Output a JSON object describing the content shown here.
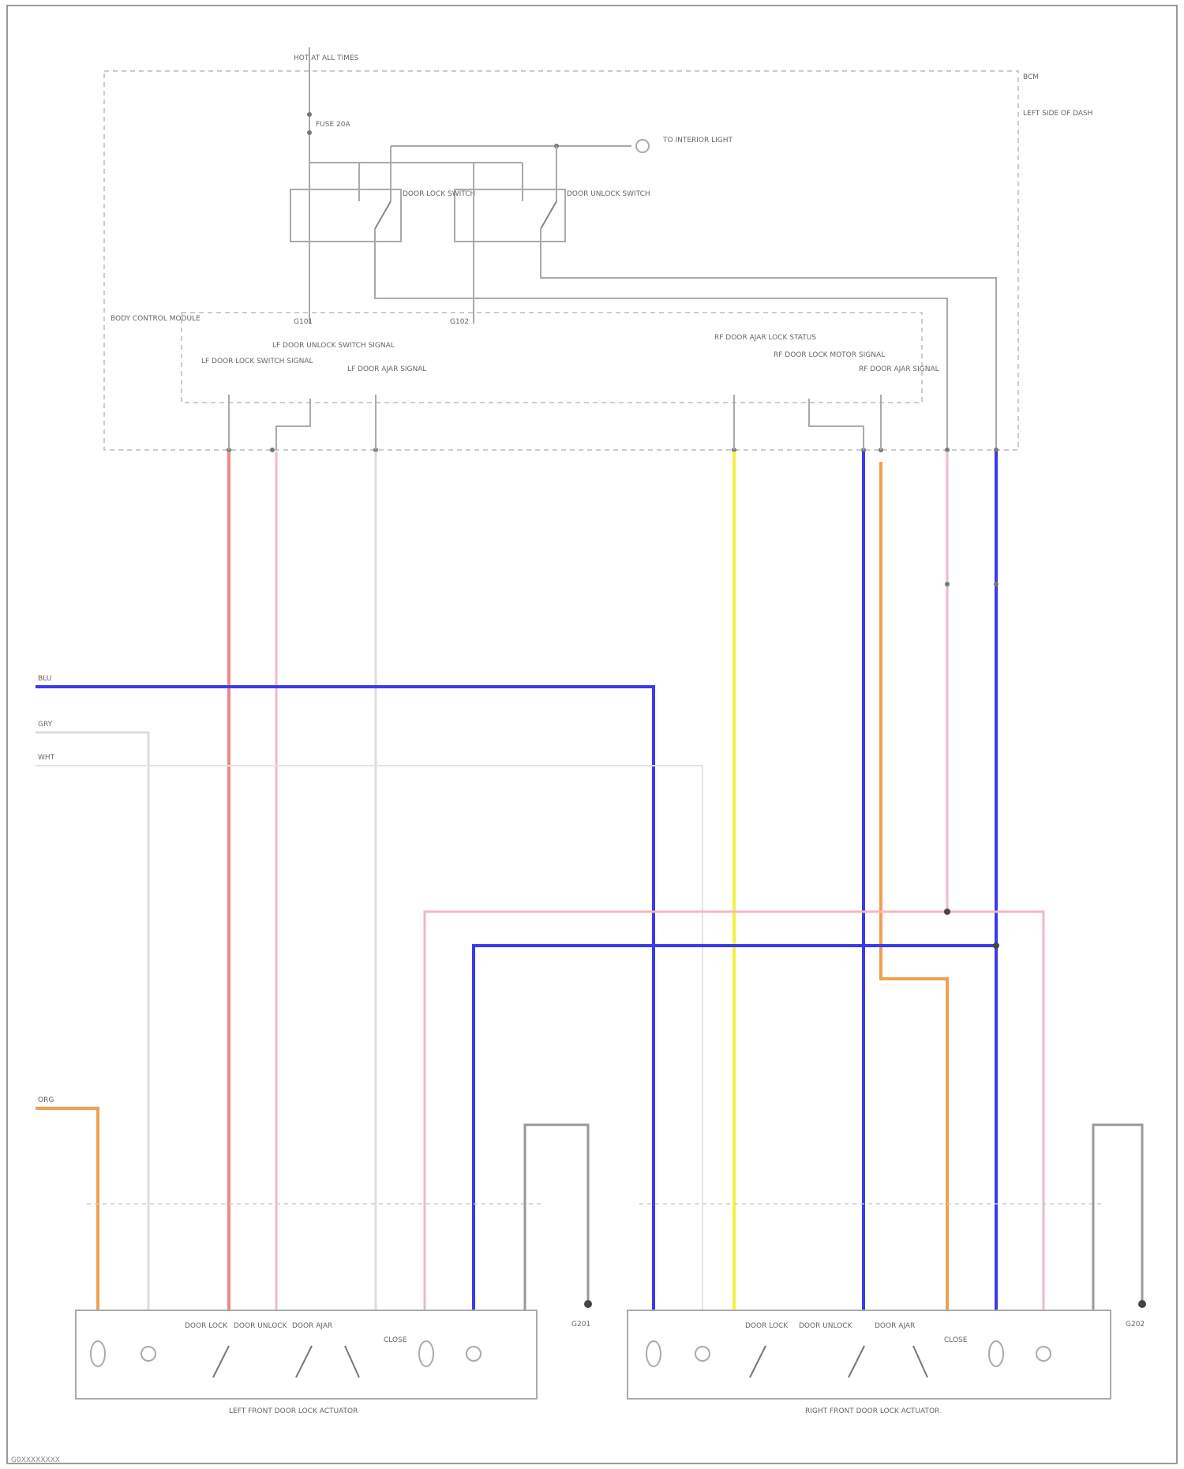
{
  "diagram": {
    "footer_text": "G0XXXXXXXX",
    "colors": {
      "wire_gray": "#aaaaaa",
      "wire_red": "#ee8888",
      "wire_pink": "#f2b8c4",
      "wire_blue": "#3a3aee",
      "wire_yellow": "#f2f240",
      "wire_orange": "#f0a050",
      "border": "#999999"
    },
    "top": {
      "power_label": "HOT AT ALL TIMES",
      "fuse_label": "FUSE 20A",
      "indicator_label": "TO INTERIOR LIGHT",
      "module_right_label": "BCM",
      "module_right_sub": "LEFT SIDE OF DASH",
      "switch1_label": "DOOR LOCK SWITCH",
      "switch2_label": "DOOR UNLOCK SWITCH",
      "ground_left": "G101",
      "ground_mid": "G102"
    },
    "inner_module": {
      "title": "BODY CONTROL MODULE",
      "blocks": [
        "LF DOOR LOCK SWITCH SIGNAL",
        "LF DOOR UNLOCK SWITCH SIGNAL",
        "LF DOOR AJAR SIGNAL",
        "RF DOOR AJAR LOCK STATUS",
        "RF DOOR LOCK MOTOR SIGNAL",
        "RF DOOR AJAR SIGNAL"
      ]
    },
    "left_labels": [
      "BLU",
      "GRY",
      "WHT",
      "ORG"
    ],
    "actuator_left": {
      "title": "LEFT FRONT DOOR LOCK ACTUATOR",
      "labels": [
        "DOOR LOCK",
        "DOOR UNLOCK",
        "DOOR AJAR",
        "CLOSE"
      ]
    },
    "actuator_right": {
      "title": "RIGHT FRONT DOOR LOCK ACTUATOR",
      "labels": [
        "DOOR LOCK",
        "DOOR UNLOCK",
        "DOOR AJAR",
        "CLOSE"
      ]
    },
    "ground_left_bottom": "G201",
    "ground_right_bottom": "G202"
  }
}
